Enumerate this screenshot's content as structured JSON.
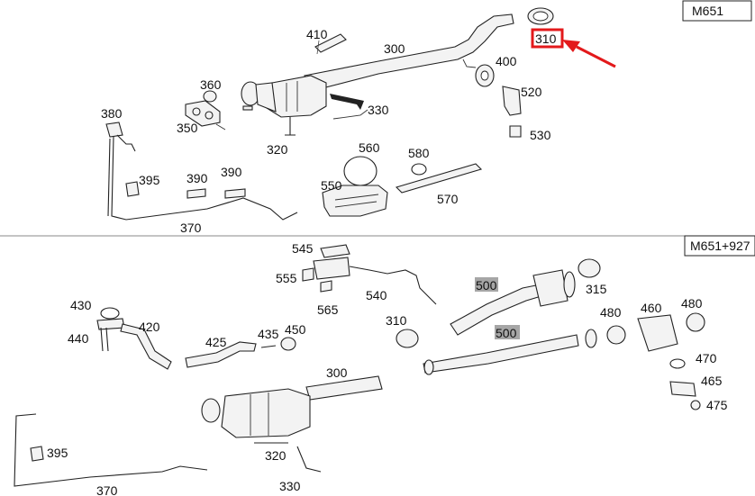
{
  "sections": [
    {
      "code": "M651"
    },
    {
      "code": "M651+927"
    }
  ],
  "callouts_top": [
    "410",
    "300",
    "400",
    "360",
    "520",
    "380",
    "350",
    "330",
    "530",
    "320",
    "560",
    "580",
    "395",
    "390",
    "390",
    "550",
    "570",
    "370"
  ],
  "highlighted_callout": "310",
  "callouts_bottom": [
    "545",
    "555",
    "540",
    "565",
    "500",
    "315",
    "430",
    "420",
    "440",
    "425",
    "435",
    "450",
    "310",
    "480",
    "460",
    "480",
    "500",
    "470",
    "300",
    "465",
    "475",
    "395",
    "320",
    "370",
    "330"
  ],
  "colors": {
    "highlight": "#e3191b",
    "line": "#222222",
    "gray_label_bg": "#a6a6a6"
  }
}
